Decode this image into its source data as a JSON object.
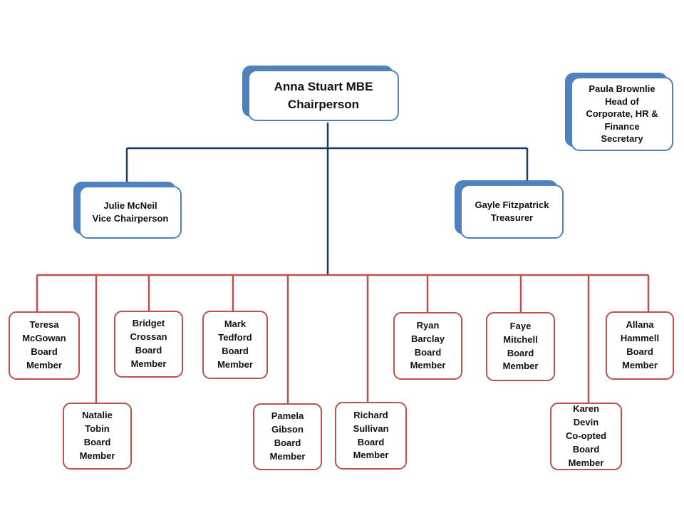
{
  "colors": {
    "officer_border": "#4f81bd",
    "upper_connector": "#1f3864",
    "member_border": "#c0504d",
    "lower_connector": "#c0504d"
  },
  "chair": {
    "lines": [
      "Anna Stuart MBE",
      "Chairperson"
    ]
  },
  "secretary": {
    "lines": [
      "Paula Brownlie",
      "Head of",
      "Corporate, HR &",
      "Finance",
      "Secretary"
    ]
  },
  "vice_chair": {
    "lines": [
      "Julie McNeil",
      "Vice Chairperson"
    ]
  },
  "treasurer": {
    "lines": [
      "Gayle Fitzpatrick",
      "Treasurer"
    ]
  },
  "members": [
    {
      "lines": [
        "Teresa",
        "McGowan",
        "Board",
        "Member"
      ]
    },
    {
      "lines": [
        "Natalie",
        "Tobin",
        "Board",
        "Member"
      ]
    },
    {
      "lines": [
        "Bridget",
        "Crossan",
        "Board",
        "Member"
      ]
    },
    {
      "lines": [
        "Mark",
        "Tedford",
        "Board",
        "Member"
      ]
    },
    {
      "lines": [
        "Pamela",
        "Gibson",
        "Board",
        "Member"
      ]
    },
    {
      "lines": [
        "Richard",
        "Sullivan",
        "Board",
        "Member"
      ]
    },
    {
      "lines": [
        "Ryan",
        "Barclay",
        "Board",
        "Member"
      ]
    },
    {
      "lines": [
        "Faye",
        "Mitchell",
        "Board",
        "Member"
      ]
    },
    {
      "lines": [
        "Karen",
        "Devin",
        "Co-opted",
        "Board",
        "Member"
      ]
    },
    {
      "lines": [
        "Allana",
        "Hammell",
        "Board",
        "Member"
      ]
    }
  ]
}
